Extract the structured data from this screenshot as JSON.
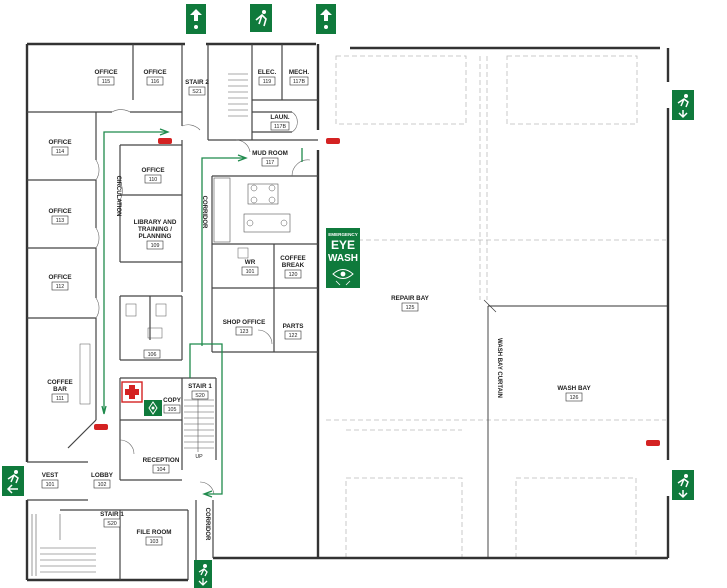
{
  "colors": {
    "exit_green": "#0f7a3c",
    "route_green": "#1f8a4c",
    "extinguisher_red": "#d42222",
    "wall": "#333333"
  },
  "rooms": [
    {
      "id": "office-115",
      "name": "OFFICE",
      "number": "115"
    },
    {
      "id": "office-116",
      "name": "OFFICE",
      "number": "116"
    },
    {
      "id": "stair-2",
      "name": "STAIR 2",
      "number": "S21"
    },
    {
      "id": "elec",
      "name": "ELEC.",
      "number": "119"
    },
    {
      "id": "mech",
      "name": "MECH.",
      "number": "117B"
    },
    {
      "id": "laun",
      "name": "LAUN.",
      "number": "117B"
    },
    {
      "id": "office-114",
      "name": "OFFICE",
      "number": "114"
    },
    {
      "id": "office-110",
      "name": "OFFICE",
      "number": "110"
    },
    {
      "id": "mud-room",
      "name": "MUD ROOM",
      "number": "117"
    },
    {
      "id": "office-113",
      "name": "OFFICE",
      "number": "113"
    },
    {
      "id": "library",
      "name": "LIBRARY AND TRAINING / PLANNING",
      "number": "109"
    },
    {
      "id": "wr",
      "name": "WR",
      "number": "101"
    },
    {
      "id": "coffee-break",
      "name": "COFFEE BREAK",
      "number": "120"
    },
    {
      "id": "office-112",
      "name": "OFFICE",
      "number": "112"
    },
    {
      "id": "shop-office",
      "name": "SHOP OFFICE",
      "number": "123"
    },
    {
      "id": "parts",
      "name": "PARTS",
      "number": "122"
    },
    {
      "id": "repair-bay",
      "name": "REPAIR BAY",
      "number": "125"
    },
    {
      "id": "wc-106",
      "name": "",
      "number": "106"
    },
    {
      "id": "coffee-bar",
      "name": "COFFEE BAR",
      "number": "111"
    },
    {
      "id": "copy",
      "name": "COPY",
      "number": "105"
    },
    {
      "id": "stair-1",
      "name": "STAIR 1",
      "number": "S20"
    },
    {
      "id": "wash-bay",
      "name": "WASH BAY",
      "number": "126"
    },
    {
      "id": "reception",
      "name": "RECEPTION",
      "number": "104"
    },
    {
      "id": "vest",
      "name": "VEST",
      "number": "101"
    },
    {
      "id": "lobby",
      "name": "LOBBY",
      "number": "102"
    },
    {
      "id": "stair-1-lower",
      "name": "STAIR 1",
      "number": "S20"
    },
    {
      "id": "file-room",
      "name": "FILE ROOM",
      "number": "103"
    }
  ],
  "vertical_labels": {
    "circulation": "CIRCULATION",
    "corridor_upper": "CORRIDOR",
    "corridor_lower": "CORRIDOR",
    "wash_bay_curtain": "WASH BAY CURTAIN"
  },
  "eye_wash": {
    "line1": "EMERGENCY",
    "line2": "EYE",
    "line3": "WASH"
  },
  "stair_note": "UP",
  "icons": {
    "exit_sign": "exit-running-man-icon",
    "extinguisher": "fire-extinguisher-icon",
    "first_aid": "first-aid-cross-icon",
    "assembly": "assembly-point-icon",
    "eye_wash": "eye-wash-icon"
  }
}
